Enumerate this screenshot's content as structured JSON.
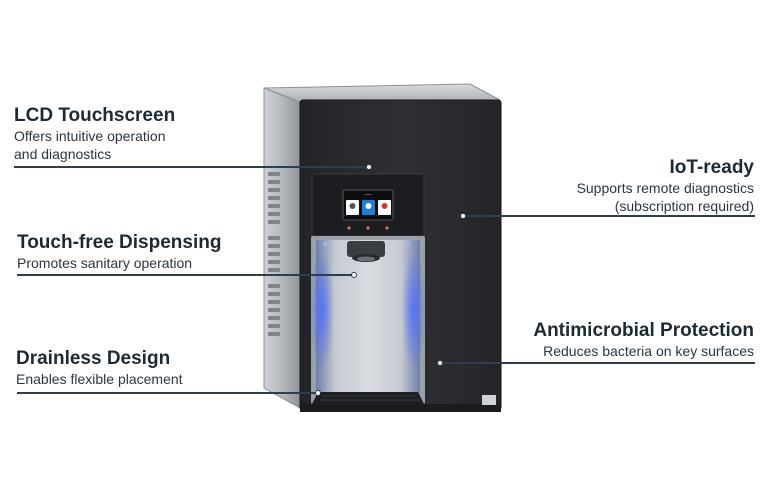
{
  "features": [
    {
      "id": "lcd-touchscreen",
      "title": "LCD Touchscreen",
      "desc_lines": [
        "Offers intuitive operation",
        "and diagnostics"
      ]
    },
    {
      "id": "touch-free-dispensing",
      "title": "Touch-free Dispensing",
      "desc_lines": [
        "Promotes sanitary operation"
      ]
    },
    {
      "id": "drainless-design",
      "title": "Drainless Design",
      "desc_lines": [
        "Enables flexible placement"
      ]
    },
    {
      "id": "iot-ready",
      "title": "IoT-ready",
      "desc_lines": [
        "Supports remote diagnostics",
        "(subscription required)"
      ]
    },
    {
      "id": "antimicrobial-protection",
      "title": "Antimicrobial Protection",
      "desc_lines": [
        "Reduces bacteria on key surfaces"
      ]
    }
  ],
  "colors": {
    "text": "#1e2a33",
    "leader": "#2e3e4c",
    "panel": "#2a2c2f",
    "steel": "#b9bec3",
    "glow": "#5a7cff"
  }
}
